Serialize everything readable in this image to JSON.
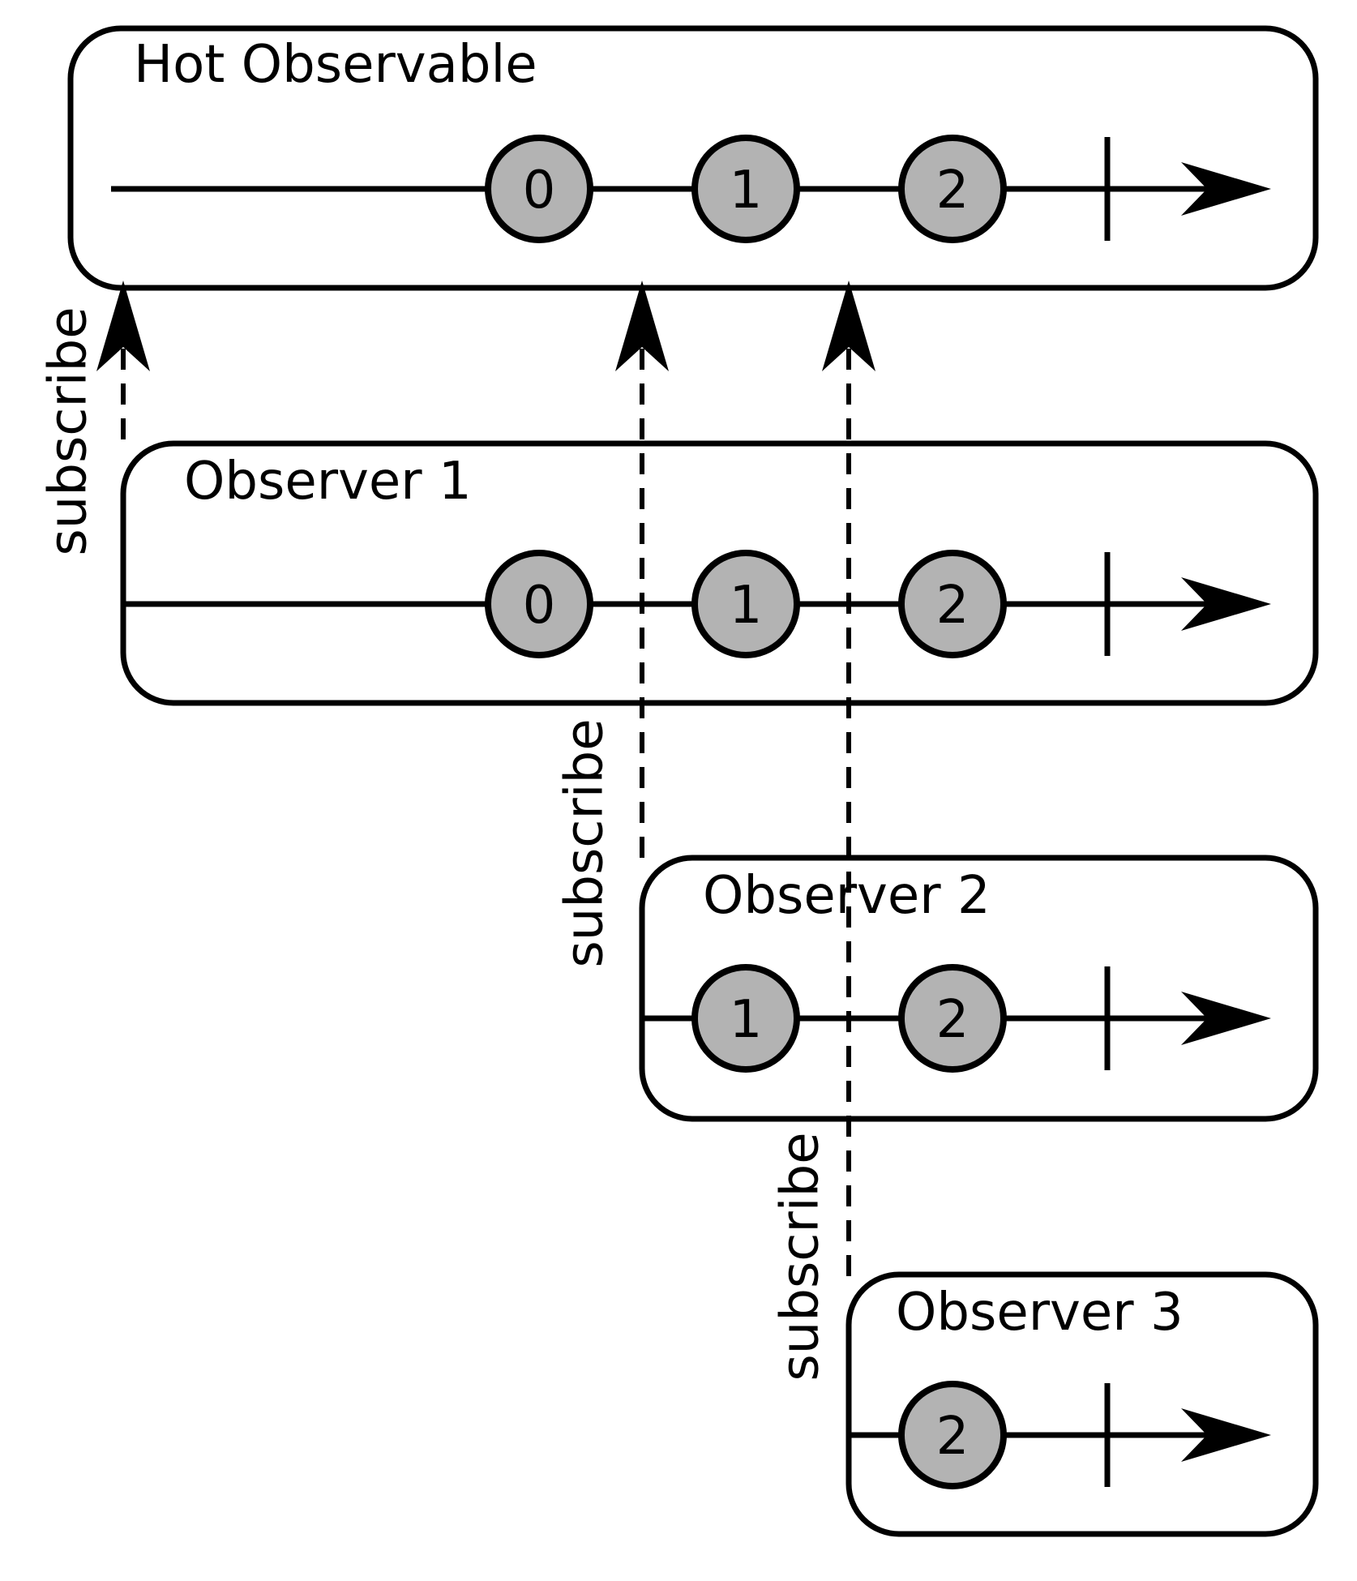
{
  "diagram": {
    "colors": {
      "background": "#ffffff",
      "stroke": "#000000",
      "event_fill": "#b3b3b3"
    },
    "hot_observable": {
      "title": "Hot Observable",
      "events": [
        "0",
        "1",
        "2"
      ],
      "completed": true
    },
    "observers": [
      {
        "title": "Observer 1",
        "events": [
          "0",
          "1",
          "2"
        ],
        "completed": true
      },
      {
        "title": "Observer 2",
        "events": [
          "1",
          "2"
        ],
        "completed": true
      },
      {
        "title": "Observer 3",
        "events": [
          "2"
        ],
        "completed": true
      }
    ],
    "subscribe_labels": [
      "subscribe",
      "subscribe",
      "subscribe"
    ]
  }
}
